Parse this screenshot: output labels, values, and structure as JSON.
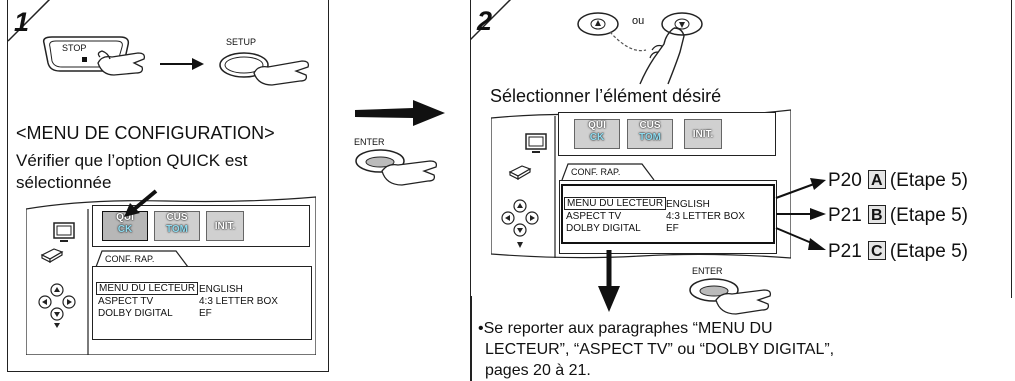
{
  "step1": {
    "number": "1",
    "stop_label": "STOP",
    "setup_label": "SETUP",
    "menu_title": "<MENU DE CONFIGURATION>",
    "instruction_line1": "Vérifier que l’option QUICK est",
    "instruction_line2": "sélectionnée",
    "tabs": [
      {
        "line1": "QUI",
        "line2": "CK"
      },
      {
        "line1": "CUS",
        "line2": "TOM"
      },
      {
        "line1": "INIT.",
        "line2": ""
      }
    ],
    "menu_tab": "CONF. RAP.",
    "rows": [
      {
        "label": "MENU DU LECTEUR",
        "value": "ENGLISH"
      },
      {
        "label": "ASPECT TV",
        "value": "4:3 LETTER BOX"
      },
      {
        "label": "DOLBY DIGITAL",
        "value": "EF"
      }
    ]
  },
  "middle": {
    "enter_label": "ENTER"
  },
  "step2": {
    "number": "2",
    "ou_label": "ou",
    "heading": "Sélectionner l’élément désiré",
    "tabs": [
      {
        "line1": "QUI",
        "line2": "CK"
      },
      {
        "line1": "CUS",
        "line2": "TOM"
      },
      {
        "line1": "INIT.",
        "line2": ""
      }
    ],
    "menu_tab": "CONF. RAP.",
    "rows": [
      {
        "label": "MENU DU LECTEUR",
        "value": "ENGLISH"
      },
      {
        "label": "ASPECT TV",
        "value": "4:3 LETTER BOX"
      },
      {
        "label": "DOLBY DIGITAL",
        "value": "EF"
      }
    ],
    "enter_label": "ENTER",
    "refs": [
      {
        "page": "P20",
        "letter": "A",
        "note": "(Etape 5)"
      },
      {
        "page": "P21",
        "letter": "B",
        "note": "(Etape 5)"
      },
      {
        "page": "P21",
        "letter": "C",
        "note": "(Etape 5)"
      }
    ],
    "paragraph_line1": "•Se reporter aux paragraphes “MENU DU",
    "paragraph_line2": "LECTEUR”, “ASPECT TV” ou “DOLBY DIGITAL”,",
    "paragraph_line3": "pages 20 à 21."
  }
}
